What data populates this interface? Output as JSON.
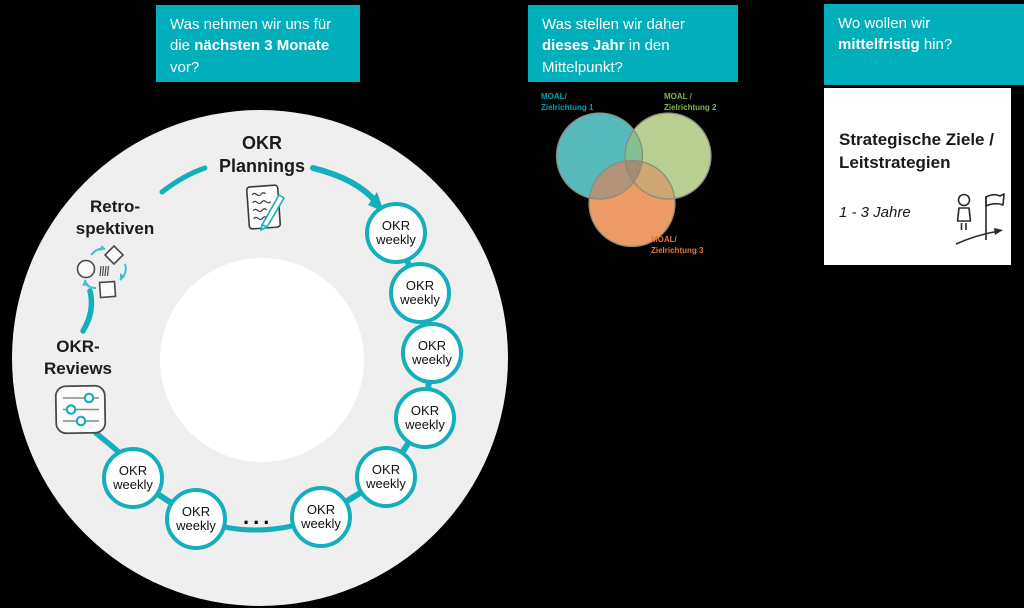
{
  "colors": {
    "teal": "#00AEBC",
    "background": "#000000",
    "donut_gray": "#EFEFEF",
    "venn_teal_fill": "#57B9BC",
    "venn_green_fill": "#B9CF92",
    "venn_orange_fill": "#EC9B67",
    "venn_label_teal": "#00A3B1",
    "venn_label_green": "#85B252",
    "venn_label_orange": "#E5763A"
  },
  "headers": {
    "quarter": {
      "pre": "Was nehmen wir uns für die ",
      "bold": "nächsten 3 Monate",
      "post": " vor?"
    },
    "year": {
      "pre": "Was stellen wir daher ",
      "bold": "dieses Jahr",
      "post": " in den Mittelpunkt?"
    },
    "midterm": {
      "pre": "Wo wollen wir ",
      "bold": "mittelfristig",
      "post": " hin?"
    }
  },
  "cycle": {
    "plannings": {
      "l1": "OKR",
      "l2": "Plannings"
    },
    "retro": {
      "l1": "Retro-",
      "l2": "spektiven"
    },
    "reviews": {
      "l1": "OKR-",
      "l2": "Reviews"
    },
    "weekly": {
      "l1": "OKR",
      "l2": "weekly",
      "count": 8
    },
    "ellipsis": "..."
  },
  "venn": {
    "c1": {
      "l1": "MOAL/",
      "l2": "Zielrichtung 1"
    },
    "c2": {
      "l1": "MOAL /",
      "l2": "Zielrichtung 2"
    },
    "c3": {
      "l1": "MOAL/",
      "l2": "Zielrichtung 3"
    }
  },
  "strategy_box": {
    "title_l1": "Strategische Ziele /",
    "title_l2": "Leitstrategien",
    "timeframe": "1 - 3 Jahre"
  },
  "icons": {
    "plannings": "notepad-pen-icon",
    "retro": "cycle-shapes-icon",
    "reviews": "sliders-icon",
    "strategy": "person-flag-icon"
  }
}
